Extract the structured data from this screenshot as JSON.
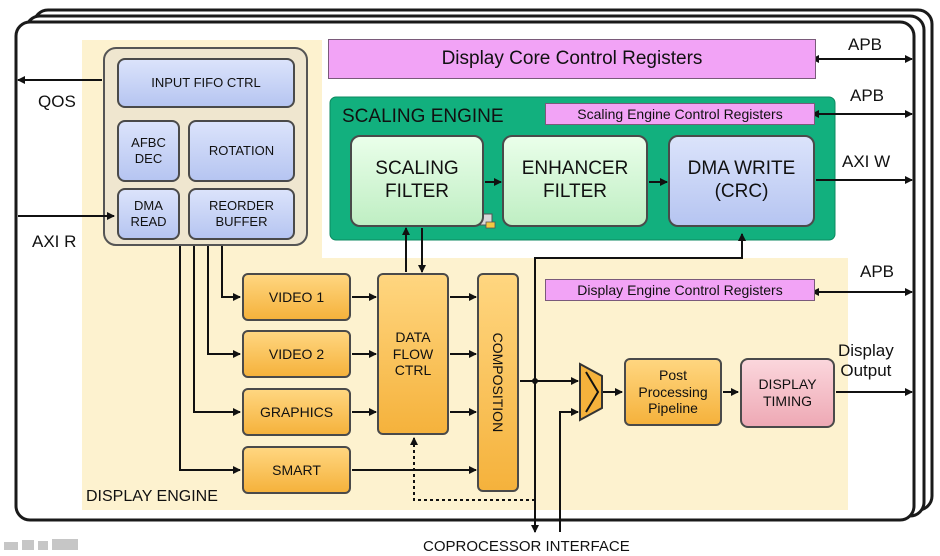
{
  "core_registers": "Display Core Control Registers",
  "scaling_engine": {
    "title": "SCALING ENGINE",
    "registers": "Scaling Engine Control Registers",
    "scaling_filter": "SCALING\nFILTER",
    "enhancer_filter": "ENHANCER\nFILTER",
    "dma_write": "DMA WRITE\n(CRC)"
  },
  "input_block": {
    "input_fifo": "INPUT FIFO CTRL",
    "afbc": "AFBC\nDEC",
    "rotation": "ROTATION",
    "dma_read": "DMA\nREAD",
    "reorder": "REORDER\nBUFFER"
  },
  "display_engine": {
    "title": "DISPLAY ENGINE",
    "registers": "Display Engine Control Registers",
    "video1": "VIDEO 1",
    "video2": "VIDEO 2",
    "graphics": "GRAPHICS",
    "smart": "SMART",
    "data_flow": "DATA\nFLOW\nCTRL",
    "composition": "COMPOSITION",
    "post_processing": "Post\nProcessing\nPipeline",
    "display_timing": "DISPLAY\nTIMING"
  },
  "signals": {
    "qos": "QOS",
    "axi_r": "AXI R",
    "apb1": "APB",
    "apb2": "APB",
    "apb3": "APB",
    "axi_w": "AXI W",
    "display_output": "Display\nOutput",
    "coprocessor": "COPROCESSOR INTERFACE"
  },
  "colors": {
    "display_engine_bg": "#fdf2cf",
    "scaling_engine_bg": "#12b07e",
    "register_pink": "#f2a3f6"
  }
}
